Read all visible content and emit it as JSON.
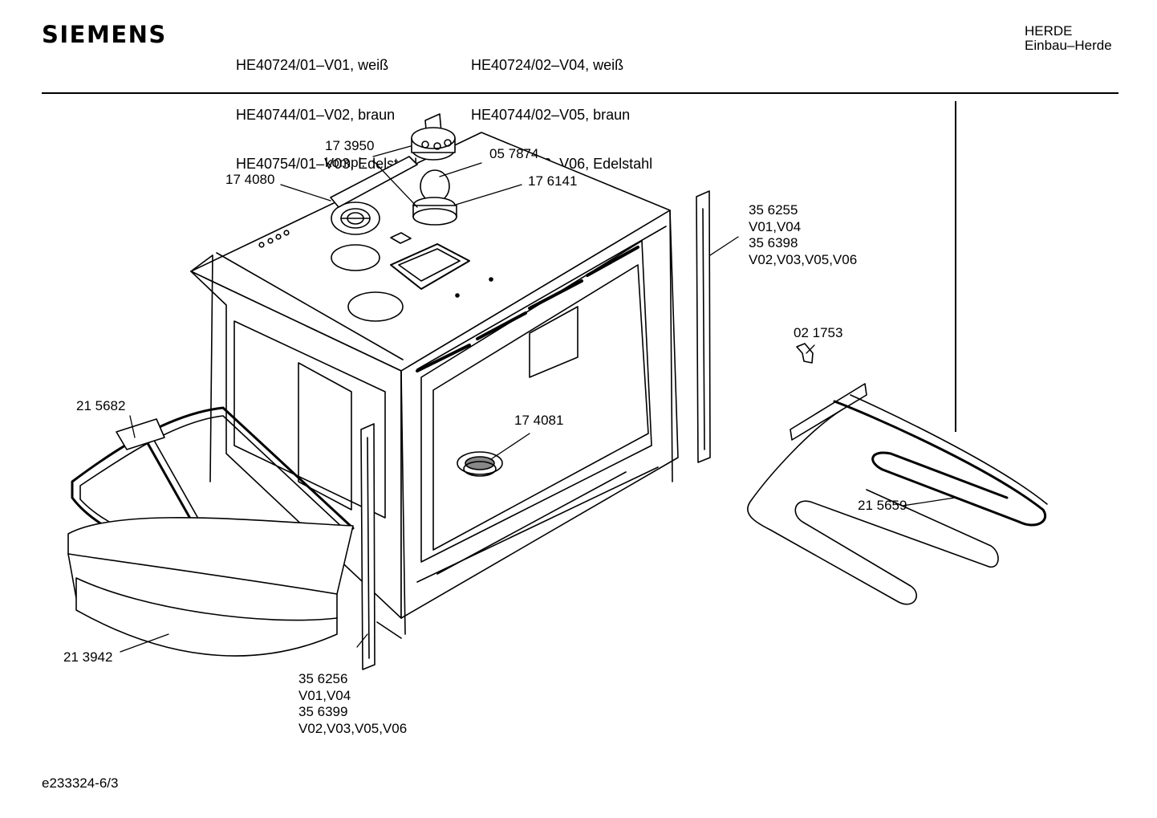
{
  "brand": "SIEMENS",
  "models": {
    "col1": [
      "HE40724/01–V01, weiß",
      "HE40744/01–V02, braun",
      "HE40754/01–V03, Edelstahl"
    ],
    "col2": [
      "HE40724/02–V04, weiß",
      "HE40744/02–V05, braun",
      "HE40754/02–V06, Edelstahl"
    ]
  },
  "category": {
    "line1": "HERDE",
    "line2": "Einbau–Herde"
  },
  "parts": {
    "p173950": {
      "number": "17 3950",
      "note": "kompl."
    },
    "p057874": "05 7874",
    "p174080": "17 4080",
    "p176141": "17 6141",
    "p356255": {
      "number": "35 6255",
      "v1": "V01,V04",
      "number2": "35 6398",
      "v2": "V02,V03,V05,V06"
    },
    "p021753": "02 1753",
    "p215682": "21 5682",
    "p174081": "17 4081",
    "p215659": "21 5659",
    "p213942": "21 3942",
    "p356256": {
      "number": "35 6256",
      "v1": "V01,V04",
      "number2": "35 6399",
      "v2": "V02,V03,V05,V06"
    }
  },
  "footer": "e233324-6/3"
}
